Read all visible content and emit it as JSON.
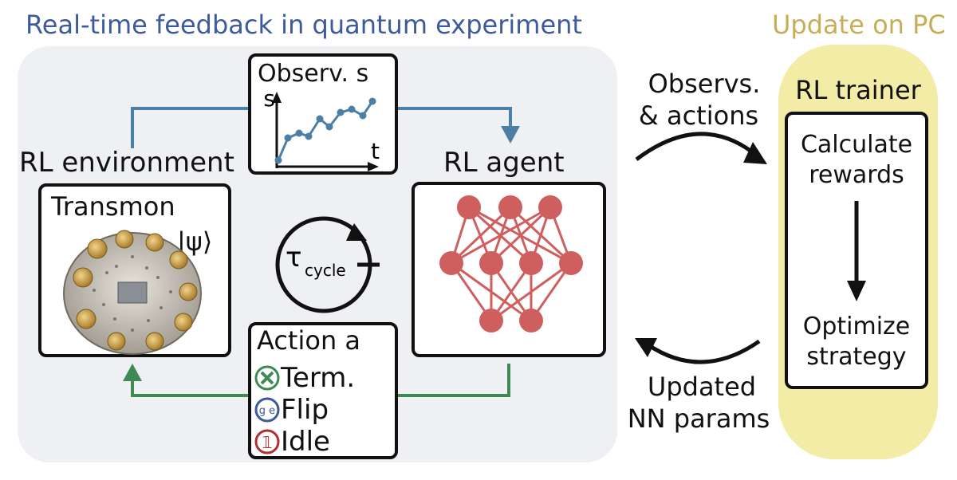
{
  "titles": {
    "left": "Real-time feedback in quantum experiment",
    "right": "Update on PC",
    "left_color": "#3d5a9c",
    "right_color": "#c7ad57"
  },
  "environment": {
    "label": "RL environment",
    "device_label": "Transmon",
    "state_symbol": "|ψ⟩"
  },
  "observation": {
    "title": "Observ. s",
    "y_axis": "s",
    "x_axis": "t",
    "color": "#4c7fa6"
  },
  "agent": {
    "label": "RL agent",
    "node_color": "#cf5e5e"
  },
  "cycle": {
    "symbol": "τ",
    "subscript": "cycle"
  },
  "actions": {
    "title": "Action a",
    "items": [
      {
        "icon": "cross-circle-icon",
        "label": "Term."
      },
      {
        "icon": "flip-circle-icon",
        "label": "Flip",
        "icon_text": "g e"
      },
      {
        "icon": "identity-circle-icon",
        "label": "Idle",
        "icon_text": "𝟙"
      }
    ],
    "color": "#3d8a54"
  },
  "transfer": {
    "top_line1": "Observs.",
    "top_line2": "& actions",
    "bottom_line1": "Updated",
    "bottom_line2": "NN params"
  },
  "trainer": {
    "title": "RL trainer",
    "step1_line1": "Calculate",
    "step1_line2": "rewards",
    "step2_line1": "Optimize",
    "step2_line2": "strategy"
  }
}
